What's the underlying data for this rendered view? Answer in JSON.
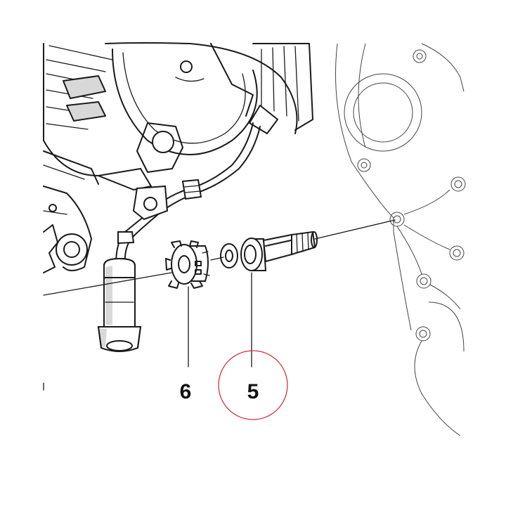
{
  "callouts": [
    {
      "id": "6",
      "label": "6"
    },
    {
      "id": "5",
      "label": "5"
    }
  ],
  "highlight": {
    "target": "5",
    "color": "#cc3344"
  },
  "line_color": "#1a1a1a",
  "background": "#ffffff"
}
